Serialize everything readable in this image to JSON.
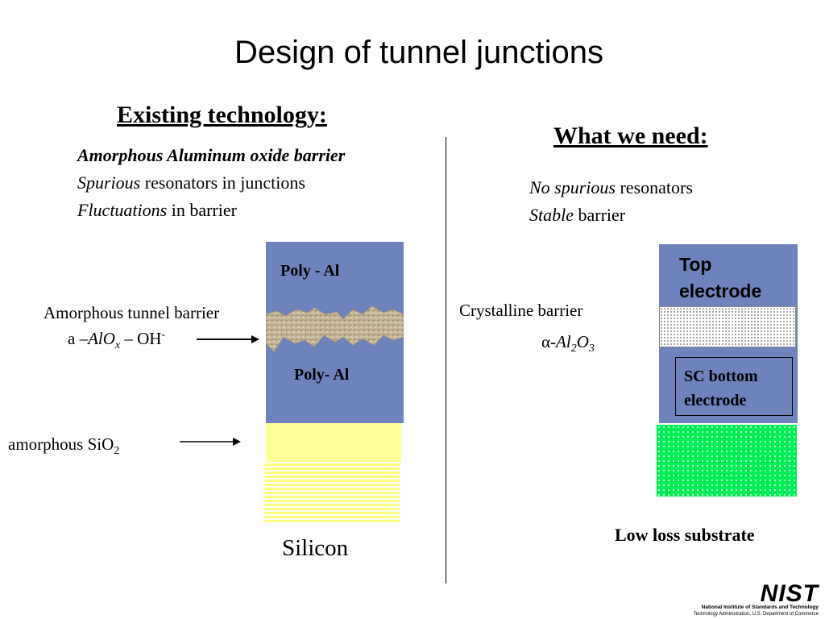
{
  "title": "Design of tunnel junctions",
  "left": {
    "heading": "Existing technology:",
    "bullets": [
      {
        "italic": "Amorphous Aluminum oxide barrier",
        "rest": ""
      },
      {
        "italic": "Spurious",
        "rest": " resonators in junctions"
      },
      {
        "italic": "Fluctuations",
        "rest": " in barrier"
      }
    ],
    "top_layer": "Poly - Al",
    "bottom_layer": "Poly- Al",
    "barrier_label": "Amorphous tunnel barrier",
    "barrier_formula": {
      "prefix": "a –",
      "alo": "AlO",
      "x": "x",
      "mid": " – OH",
      "sup": "-"
    },
    "sio2_label": {
      "text": "amorphous SiO",
      "sub": "2"
    },
    "substrate": "Silicon"
  },
  "right": {
    "heading": "What we need:",
    "bullets": [
      {
        "italic": "No spurious",
        "rest": " resonators"
      },
      {
        "italic": "Stable",
        "rest": " barrier"
      }
    ],
    "top_electrode": "Top electrode",
    "barrier_label": "Crystalline barrier",
    "barrier_formula": {
      "alpha": "α",
      "dash": "-",
      "al": "Al",
      "sub2": "2",
      "o": "O",
      "sub3": "3"
    },
    "sc_box": "SC bottom electrode",
    "substrate": "Low loss substrate"
  },
  "logo": {
    "wordmark": "NIST",
    "line1": "National Institute of Standards and Technology",
    "line2": "Technology Administration, U.S. Department of Commerce"
  },
  "colors": {
    "electrode_blue": "#6e82bb",
    "sio2_yellow": "#ffff99",
    "substrate_green": "#00ee55"
  }
}
